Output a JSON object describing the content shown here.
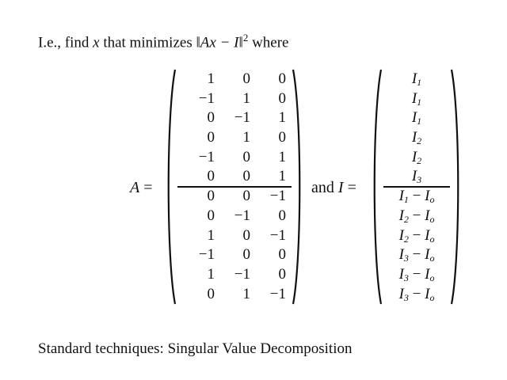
{
  "intro": {
    "prefix": "I.e., find ",
    "var": "x",
    "middle": " that minimizes ",
    "expression": "‖Ax − I‖",
    "power": "2",
    "suffix": " where"
  },
  "lhs": {
    "symbol": "A",
    "equals": " ="
  },
  "connector": {
    "text": "and ",
    "symbol": "I",
    "equals": " ="
  },
  "matrix_A": [
    [
      "1",
      "0",
      "0"
    ],
    [
      "−1",
      "1",
      "0"
    ],
    [
      "0",
      "−1",
      "1"
    ],
    [
      "0",
      "1",
      "0"
    ],
    [
      "−1",
      "0",
      "1"
    ],
    [
      "0",
      "0",
      "1"
    ],
    [
      "0",
      "0",
      "−1"
    ],
    [
      "0",
      "−1",
      "0"
    ],
    [
      "1",
      "0",
      "−1"
    ],
    [
      "−1",
      "0",
      "0"
    ],
    [
      "1",
      "−1",
      "0"
    ],
    [
      "0",
      "1",
      "−1"
    ]
  ],
  "vector_I": [
    {
      "base": "I",
      "sub": "1",
      "minus": "",
      "base2": "",
      "sub2": ""
    },
    {
      "base": "I",
      "sub": "1",
      "minus": "",
      "base2": "",
      "sub2": ""
    },
    {
      "base": "I",
      "sub": "1",
      "minus": "",
      "base2": "",
      "sub2": ""
    },
    {
      "base": "I",
      "sub": "2",
      "minus": "",
      "base2": "",
      "sub2": ""
    },
    {
      "base": "I",
      "sub": "2",
      "minus": "",
      "base2": "",
      "sub2": ""
    },
    {
      "base": "I",
      "sub": "3",
      "minus": "",
      "base2": "",
      "sub2": ""
    },
    {
      "base": "I",
      "sub": "1",
      "minus": " − ",
      "base2": "I",
      "sub2": "o"
    },
    {
      "base": "I",
      "sub": "2",
      "minus": " − ",
      "base2": "I",
      "sub2": "o"
    },
    {
      "base": "I",
      "sub": "2",
      "minus": " − ",
      "base2": "I",
      "sub2": "o"
    },
    {
      "base": "I",
      "sub": "3",
      "minus": " − ",
      "base2": "I",
      "sub2": "o"
    },
    {
      "base": "I",
      "sub": "3",
      "minus": " − ",
      "base2": "I",
      "sub2": "o"
    },
    {
      "base": "I",
      "sub": "3",
      "minus": " − ",
      "base2": "I",
      "sub2": "o"
    }
  ],
  "footer": {
    "text": "Standard techniques: Singular Value Decomposition"
  }
}
